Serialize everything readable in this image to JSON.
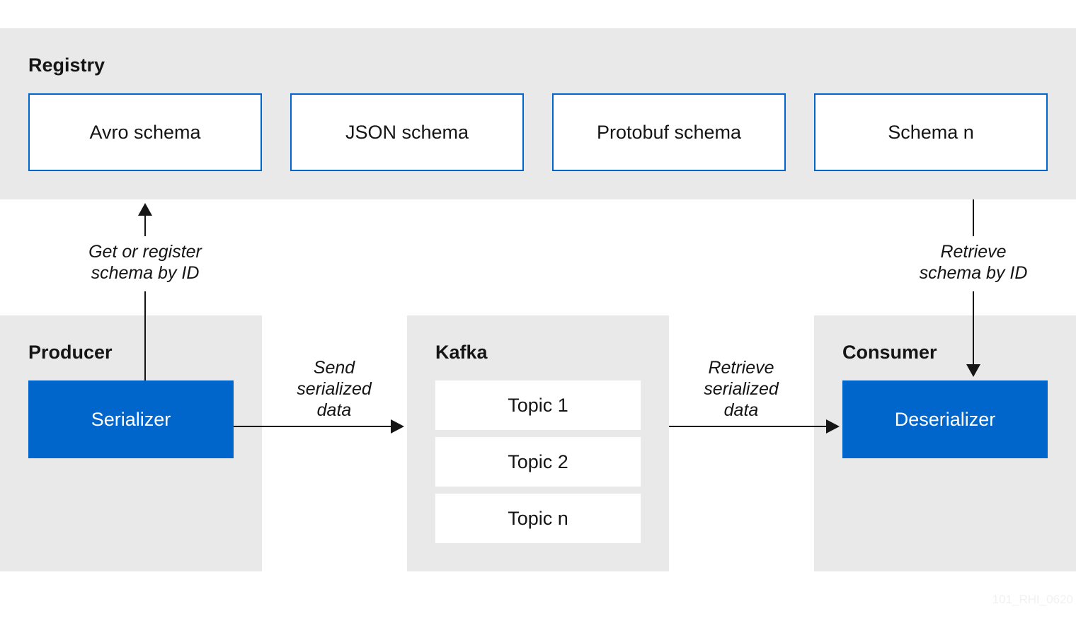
{
  "registry": {
    "title": "Registry",
    "schemas": [
      "Avro schema",
      "JSON schema",
      "Protobuf schema",
      "Schema n"
    ]
  },
  "producer": {
    "title": "Producer",
    "component": "Serializer"
  },
  "kafka": {
    "title": "Kafka",
    "topics": [
      "Topic 1",
      "Topic 2",
      "Topic n"
    ]
  },
  "consumer": {
    "title": "Consumer",
    "component": "Deserializer"
  },
  "edges": {
    "register": [
      "Get or register",
      "schema by ID"
    ],
    "retrieve_schema": [
      "Retrieve",
      "schema by ID"
    ],
    "send": [
      "Send",
      "serialized",
      "data"
    ],
    "retrieve_data": [
      "Retrieve",
      "serialized",
      "data"
    ]
  },
  "watermark": "101_RHI_0620",
  "colors": {
    "accent": "#0066cc",
    "panel": "#e9e9e9",
    "line": "#151515"
  }
}
